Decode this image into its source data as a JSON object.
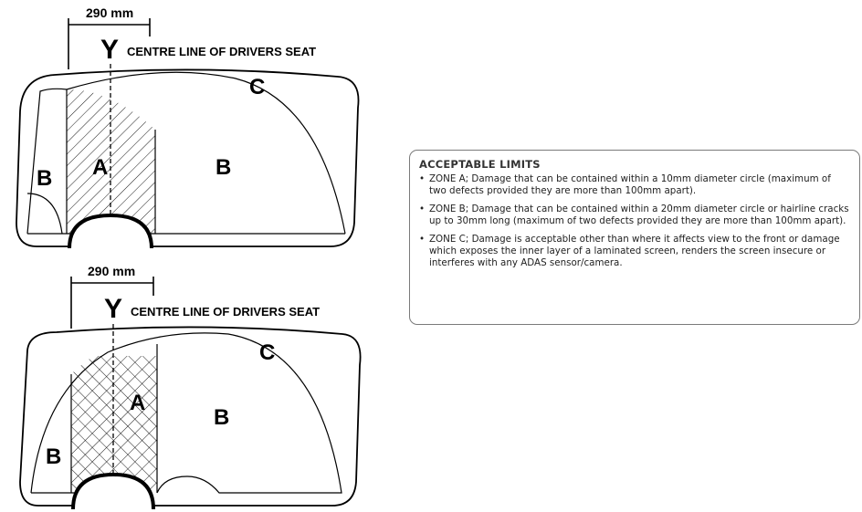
{
  "diagram_top": {
    "dimension_label": "290 mm",
    "y_label": "Y",
    "centre_line_label": "CENTRE LINE OF DRIVERS SEAT",
    "zone_b_left": "B",
    "zone_a": "A",
    "zone_b_right": "B",
    "zone_c": "C"
  },
  "diagram_bottom": {
    "dimension_label": "290 mm",
    "y_label": "Y",
    "centre_line_label": "CENTRE LINE OF DRIVERS SEAT",
    "zone_b_left": "B",
    "zone_a": "A",
    "zone_b_right": "B",
    "zone_c": "C"
  },
  "limits": {
    "title": "ACCEPTABLE LIMITS",
    "items": [
      "ZONE A; Damage that can be contained within a 10mm diameter circle (maximum of two defects provided they are more than 100mm apart).",
      "ZONE B; Damage that can be contained within a 20mm diameter circle or hairline cracks up to 30mm long (maximum of two defects provided they are more than 100mm apart).",
      "ZONE C; Damage is acceptable other than where it affects view to the front or damage which exposes the inner layer of a laminated screen, renders the screen insecure or interferes with any ADAS sensor/camera."
    ]
  }
}
